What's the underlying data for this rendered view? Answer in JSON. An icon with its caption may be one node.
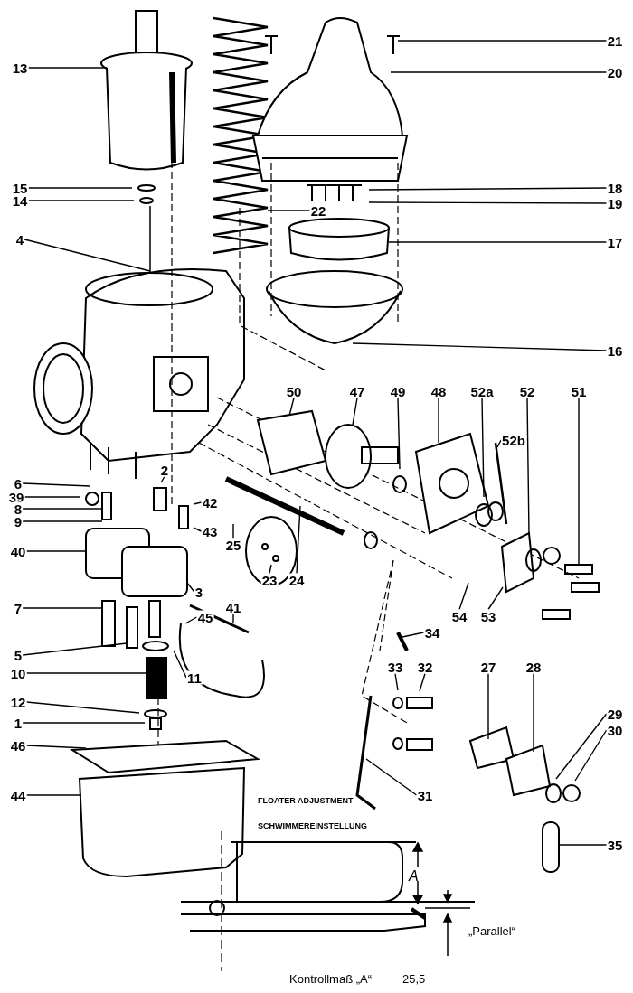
{
  "diagram": {
    "nodes": [
      {
        "text": [
          "13"
        ]
      },
      {
        "text": [
          "21"
        ]
      },
      {
        "text": [
          "20"
        ]
      },
      {
        "text": [
          "15"
        ]
      },
      {
        "text": [
          "18"
        ]
      },
      {
        "text": [
          "14"
        ]
      },
      {
        "text": [
          "19"
        ]
      },
      {
        "text": [
          "22"
        ]
      },
      {
        "text": [
          "4"
        ]
      },
      {
        "text": [
          "17"
        ]
      },
      {
        "text": [
          "16"
        ]
      },
      {
        "text": [
          "50"
        ]
      },
      {
        "text": [
          "47"
        ]
      },
      {
        "text": [
          "49"
        ]
      },
      {
        "text": [
          "48"
        ]
      },
      {
        "text": [
          "52a"
        ]
      },
      {
        "text": [
          "52"
        ]
      },
      {
        "text": [
          "51"
        ]
      },
      {
        "text": [
          "52b"
        ]
      },
      {
        "text": [
          "6"
        ]
      },
      {
        "text": [
          "2"
        ]
      },
      {
        "text": [
          "39"
        ]
      },
      {
        "text": [
          "8"
        ]
      },
      {
        "text": [
          "42"
        ]
      },
      {
        "text": [
          "9"
        ]
      },
      {
        "text": [
          "43"
        ]
      },
      {
        "text": [
          "25"
        ]
      },
      {
        "text": [
          "40"
        ]
      },
      {
        "text": [
          "23"
        ]
      },
      {
        "text": [
          "24"
        ]
      },
      {
        "text": [
          "3"
        ]
      },
      {
        "text": [
          "41"
        ]
      },
      {
        "text": [
          "7"
        ]
      },
      {
        "text": [
          "54"
        ]
      },
      {
        "text": [
          "53"
        ]
      },
      {
        "text": [
          "45"
        ]
      },
      {
        "text": [
          "34"
        ]
      },
      {
        "text": [
          "5"
        ]
      },
      {
        "text": [
          "33"
        ]
      },
      {
        "text": [
          "32"
        ]
      },
      {
        "text": [
          "27"
        ]
      },
      {
        "text": [
          "28"
        ]
      },
      {
        "text": [
          "10"
        ]
      },
      {
        "text": [
          "11"
        ]
      },
      {
        "text": [
          "12"
        ]
      },
      {
        "text": [
          "29"
        ]
      },
      {
        "text": [
          "30"
        ]
      },
      {
        "text": [
          "1"
        ]
      },
      {
        "text": [
          "46"
        ]
      },
      {
        "text": [
          "44"
        ]
      },
      {
        "text": [
          "31"
        ]
      },
      {
        "text": [
          "35"
        ]
      }
    ],
    "edges": [
      {
        "from": 0,
        "to": null,
        "arrow": "none"
      },
      {
        "from": 1,
        "to": null,
        "arrow": "none"
      },
      {
        "from": 2,
        "to": null,
        "arrow": "none"
      },
      {
        "from": 3,
        "to": null,
        "arrow": "none"
      },
      {
        "from": 4,
        "to": null,
        "arrow": "none"
      },
      {
        "from": 5,
        "to": null,
        "arrow": "none"
      },
      {
        "from": 6,
        "to": null,
        "arrow": "none"
      },
      {
        "from": 7,
        "to": null,
        "arrow": "none"
      },
      {
        "from": 8,
        "to": null,
        "arrow": "none"
      },
      {
        "from": 9,
        "to": null,
        "arrow": "none"
      },
      {
        "from": 10,
        "to": null,
        "arrow": "none"
      },
      {
        "from": 11,
        "to": null,
        "arrow": "none"
      },
      {
        "from": 12,
        "to": null,
        "arrow": "none"
      },
      {
        "from": 13,
        "to": null,
        "arrow": "none"
      },
      {
        "from": 14,
        "to": null,
        "arrow": "none"
      },
      {
        "from": 15,
        "to": null,
        "arrow": "none"
      },
      {
        "from": 16,
        "to": null,
        "arrow": "none"
      },
      {
        "from": 17,
        "to": null,
        "arrow": "none"
      },
      {
        "from": 18,
        "to": null,
        "arrow": "none"
      },
      {
        "from": 19,
        "to": null,
        "arrow": "none"
      },
      {
        "from": 20,
        "to": null,
        "arrow": "none"
      },
      {
        "from": 21,
        "to": null,
        "arrow": "none"
      },
      {
        "from": 22,
        "to": null,
        "arrow": "none"
      },
      {
        "from": 23,
        "to": null,
        "arrow": "none"
      },
      {
        "from": 24,
        "to": null,
        "arrow": "none"
      },
      {
        "from": 25,
        "to": null,
        "arrow": "none"
      },
      {
        "from": 26,
        "to": null,
        "arrow": "none"
      },
      {
        "from": 27,
        "to": null,
        "arrow": "none"
      },
      {
        "from": 28,
        "to": null,
        "arrow": "none"
      },
      {
        "from": 29,
        "to": null,
        "arrow": "none"
      },
      {
        "from": 30,
        "to": null,
        "arrow": "none"
      },
      {
        "from": 31,
        "to": null,
        "arrow": "none"
      },
      {
        "from": 32,
        "to": null,
        "arrow": "none"
      },
      {
        "from": 33,
        "to": null,
        "arrow": "none"
      },
      {
        "from": 34,
        "to": null,
        "arrow": "none"
      },
      {
        "from": 35,
        "to": null,
        "arrow": "none"
      },
      {
        "from": 36,
        "to": null,
        "arrow": "none"
      },
      {
        "from": 37,
        "to": null,
        "arrow": "none"
      },
      {
        "from": 38,
        "to": null,
        "arrow": "none"
      },
      {
        "from": 39,
        "to": null,
        "arrow": "none"
      },
      {
        "from": 40,
        "to": null,
        "arrow": "none"
      },
      {
        "from": 41,
        "to": null,
        "arrow": "none"
      },
      {
        "from": 42,
        "to": null,
        "arrow": "none"
      },
      {
        "from": 43,
        "to": null,
        "arrow": "none"
      },
      {
        "from": 44,
        "to": null,
        "arrow": "none"
      },
      {
        "from": 45,
        "to": null,
        "arrow": "none"
      },
      {
        "from": 46,
        "to": null,
        "arrow": "none"
      },
      {
        "from": 47,
        "to": null,
        "arrow": "none"
      },
      {
        "from": 48,
        "to": null,
        "arrow": "none"
      },
      {
        "from": 49,
        "to": null,
        "arrow": "none"
      },
      {
        "from": 50,
        "to": null,
        "arrow": "none"
      },
      {
        "from": 51,
        "to": null,
        "arrow": "none"
      }
    ],
    "labels": [
      "FLOATER ADJUSTMENT",
      "SCHWIMMEREINSTELLUNG",
      "A",
      "„Parallel“",
      "Kontrollmaß „A“",
      "25,5"
    ]
  }
}
